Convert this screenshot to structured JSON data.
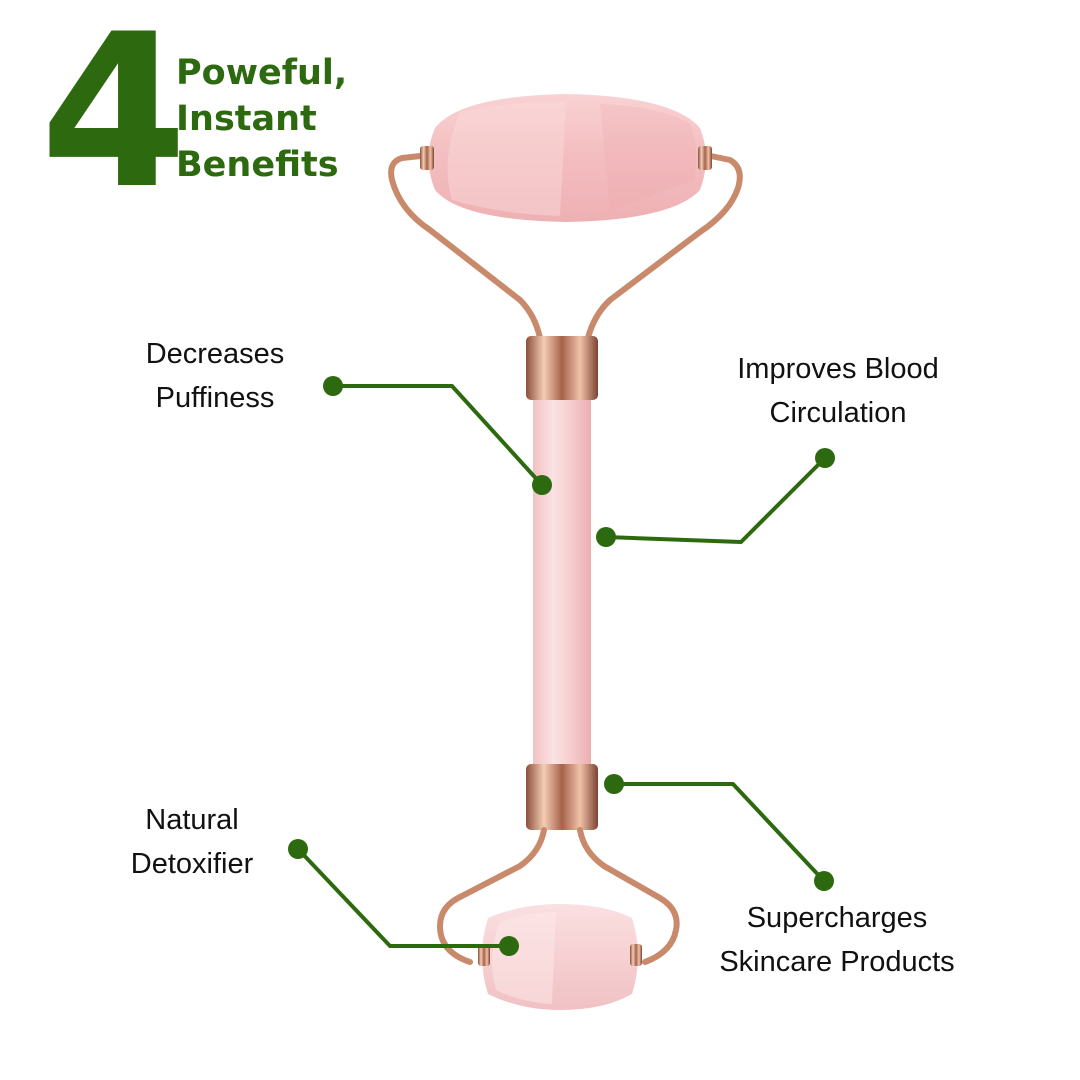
{
  "headline": {
    "number": "4",
    "lines": [
      "Poweful,",
      "Instant",
      "Benefits"
    ]
  },
  "benefits": [
    {
      "lines": [
        "Decreases",
        "Puffiness"
      ]
    },
    {
      "lines": [
        "Improves Blood",
        "Circulation"
      ]
    },
    {
      "lines": [
        "Natural",
        "Detoxifier"
      ]
    },
    {
      "lines": [
        "Supercharges",
        "Skincare Products"
      ]
    }
  ],
  "product": {
    "icon": "rose-quartz-facial-roller-icon"
  },
  "colors": {
    "accent_green": "#2d6a0f",
    "text": "#111111",
    "quartz_pink": "#f2c2c4",
    "rose_gold": "#c98a6c",
    "background": "#ffffff"
  }
}
